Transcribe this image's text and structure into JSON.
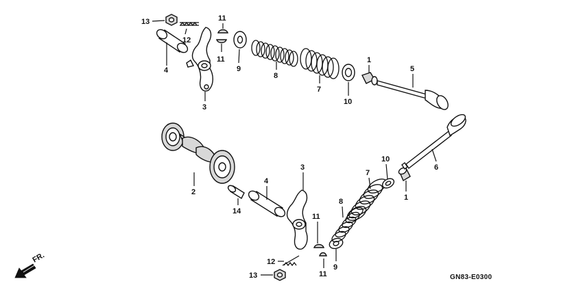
{
  "callouts": {
    "c1_top": "1",
    "c1_bot": "1",
    "c2": "2",
    "c3_top": "3",
    "c3_bot": "3",
    "c4_top": "4",
    "c4_bot": "4",
    "c5": "5",
    "c6": "6",
    "c7_top": "7",
    "c7_bot": "7",
    "c8_top": "8",
    "c8_bot": "8",
    "c9_top": "9",
    "c9_bot": "9",
    "c10_top": "10",
    "c10_bot": "10",
    "c11_top_a": "11",
    "c11_top_b": "11",
    "c11_bot_a": "11",
    "c11_bot_b": "11",
    "c12_top": "12",
    "c12_bot": "12",
    "c13_top": "13",
    "c13_bot": "13",
    "c14": "14"
  },
  "direction_label": "FR.",
  "drawing_code": "GN83-E0300"
}
